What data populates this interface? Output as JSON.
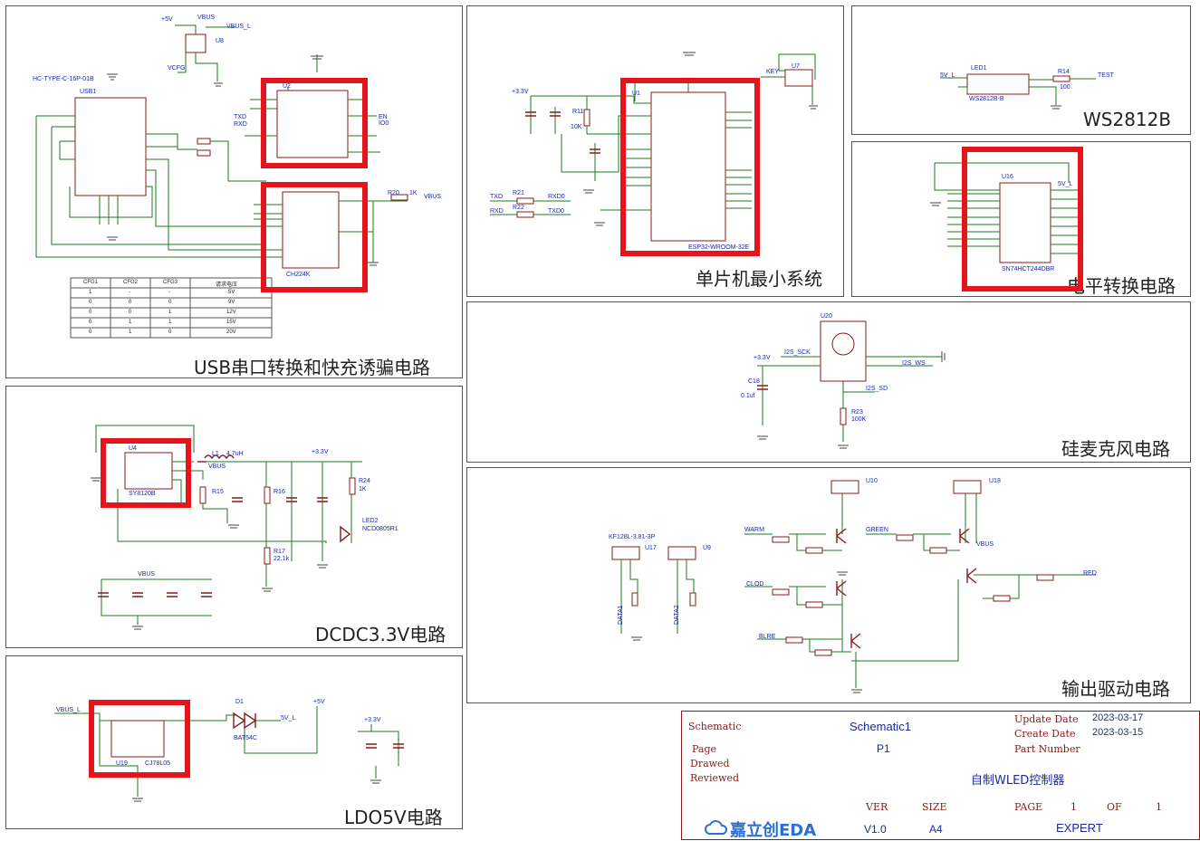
{
  "panels": {
    "usb": "USB串口转换和快充诱骗电路",
    "mcu": "单片机最小系统",
    "ws": "WS2812B",
    "level": "电平转换电路",
    "mic": "硅麦克风电路",
    "dcdc": "DCDC3.3V电路",
    "ldo": "LDO5V电路",
    "drive": "输出驱动电路"
  },
  "cfg_table": {
    "headers": [
      "CFG1",
      "CFG2",
      "CFG3",
      "请求电压"
    ],
    "rows": [
      [
        "1",
        "-",
        "-",
        "5V"
      ],
      [
        "0",
        "0",
        "0",
        "9V"
      ],
      [
        "0",
        "0",
        "1",
        "12V"
      ],
      [
        "0",
        "1",
        "1",
        "15V"
      ],
      [
        "0",
        "1",
        "0",
        "20V"
      ]
    ]
  },
  "title_block": {
    "schematic_label": "Schematic",
    "schematic_value": "Schematic1",
    "update_label": "Update Date",
    "update_value": "2023-03-17",
    "create_label": "Create Date",
    "create_value": "2023-03-15",
    "page_label": "Page",
    "page_value": "P1",
    "part_label": "Part Number",
    "drawed_label": "Drawed",
    "reviewed_label": "Reviewed",
    "project": "自制WLED控制器",
    "ver_label": "VER",
    "size_label": "SIZE",
    "pagenum_label": "PAGE",
    "page_num": "1",
    "of_label": "OF",
    "page_total": "1",
    "ver_value": "V1.0",
    "size_value": "A4",
    "company": "EXPERT",
    "logo": "嘉立创EDA"
  },
  "components": {
    "ch224k": "CH224K",
    "ch340": "U2",
    "u8": "U8",
    "usb1": "USB1",
    "usb_part": "HC-TYPE-C-16P-01B",
    "esp32": "ESP32-WROOM-32E",
    "u1": "U1",
    "u7": "U7",
    "led1": "LED1",
    "ws_part": "WS2812B-B",
    "u16": "U16",
    "u16_part": "SN74HCT244DBR",
    "u20": "U20",
    "u4": "U4",
    "sy8120b": "SY8120B",
    "u19": "U19",
    "cj78l05": "CJ78L05",
    "u10": "U10",
    "u18": "U18",
    "u17": "U17",
    "u9": "U9",
    "kf": "KF128L-3.81-3P",
    "led2": "LED2",
    "ncd": "NCD0805R1",
    "d1": "D1",
    "bat54c": "BAT54C",
    "r14": "R14",
    "r14v": "100",
    "r21": "R21",
    "r22": "R22",
    "r23": "R23",
    "r23v": "100K",
    "r24": "R24",
    "r24v": "1K",
    "r20": "R20",
    "r20v": "1K",
    "r15": "R15",
    "r16": "R16",
    "r17": "R17",
    "r17v": "22.1k",
    "r11": "R11",
    "r11v": "10K",
    "l1": "L1",
    "l1v": "4.7uH",
    "c18": "C18",
    "c18v": "0.1uf"
  },
  "nets": {
    "p5v": "+5V",
    "vbus": "VBUS",
    "vbus_l": "VBUS_L",
    "gnd": "GND",
    "p33": "+3.3V",
    "txd": "TXD",
    "rxd": "RXD",
    "txd0": "TXD0",
    "rxd0": "RXD0",
    "key": "KEY",
    "test": "TEST",
    "v5l": "5V_L",
    "i2s_sck": "I2S_SCK",
    "i2s_ws": "I2S_WS",
    "i2s_sd": "I2S_SD",
    "warm": "WARM",
    "green": "GREEN",
    "clod": "CLOD",
    "blre": "BLRE",
    "red": "RED",
    "data1": "DATA1",
    "data2": "DATA2",
    "vcfg": "VCFG",
    "en": "EN",
    "io0": "IO0"
  }
}
